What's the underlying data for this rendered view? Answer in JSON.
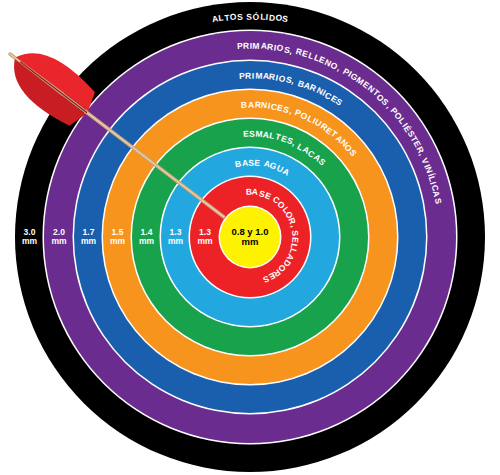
{
  "diagram": {
    "nodes": [
      {
        "text": [
          "ALTOS SÓLIDOS",
          "3.0 mm"
        ]
      },
      {
        "text": [
          "PRIMARIOS, RELLENO, PIGMENTOS, POLIÉSTER, VINÍLICAS",
          "2.0 mm"
        ],
        "in": 0
      },
      {
        "text": [
          "PRIMARIOS, BARNICES",
          "1.7 mm"
        ],
        "in": 1
      },
      {
        "text": [
          "BARNICES, POLIURETANOS",
          "1.5 mm"
        ],
        "in": 2
      },
      {
        "text": [
          "ESMALTES, LACAS",
          "1.4 mm"
        ],
        "in": 3
      },
      {
        "text": [
          "BASE AGUA",
          "1.3 mm"
        ],
        "in": 4
      },
      {
        "text": [
          "BASE COLOR, SELLADORES",
          "1.3 mm"
        ],
        "in": 5
      },
      {
        "text": [
          "0.8 y 1.0 mm"
        ],
        "in": 6
      }
    ]
  }
}
